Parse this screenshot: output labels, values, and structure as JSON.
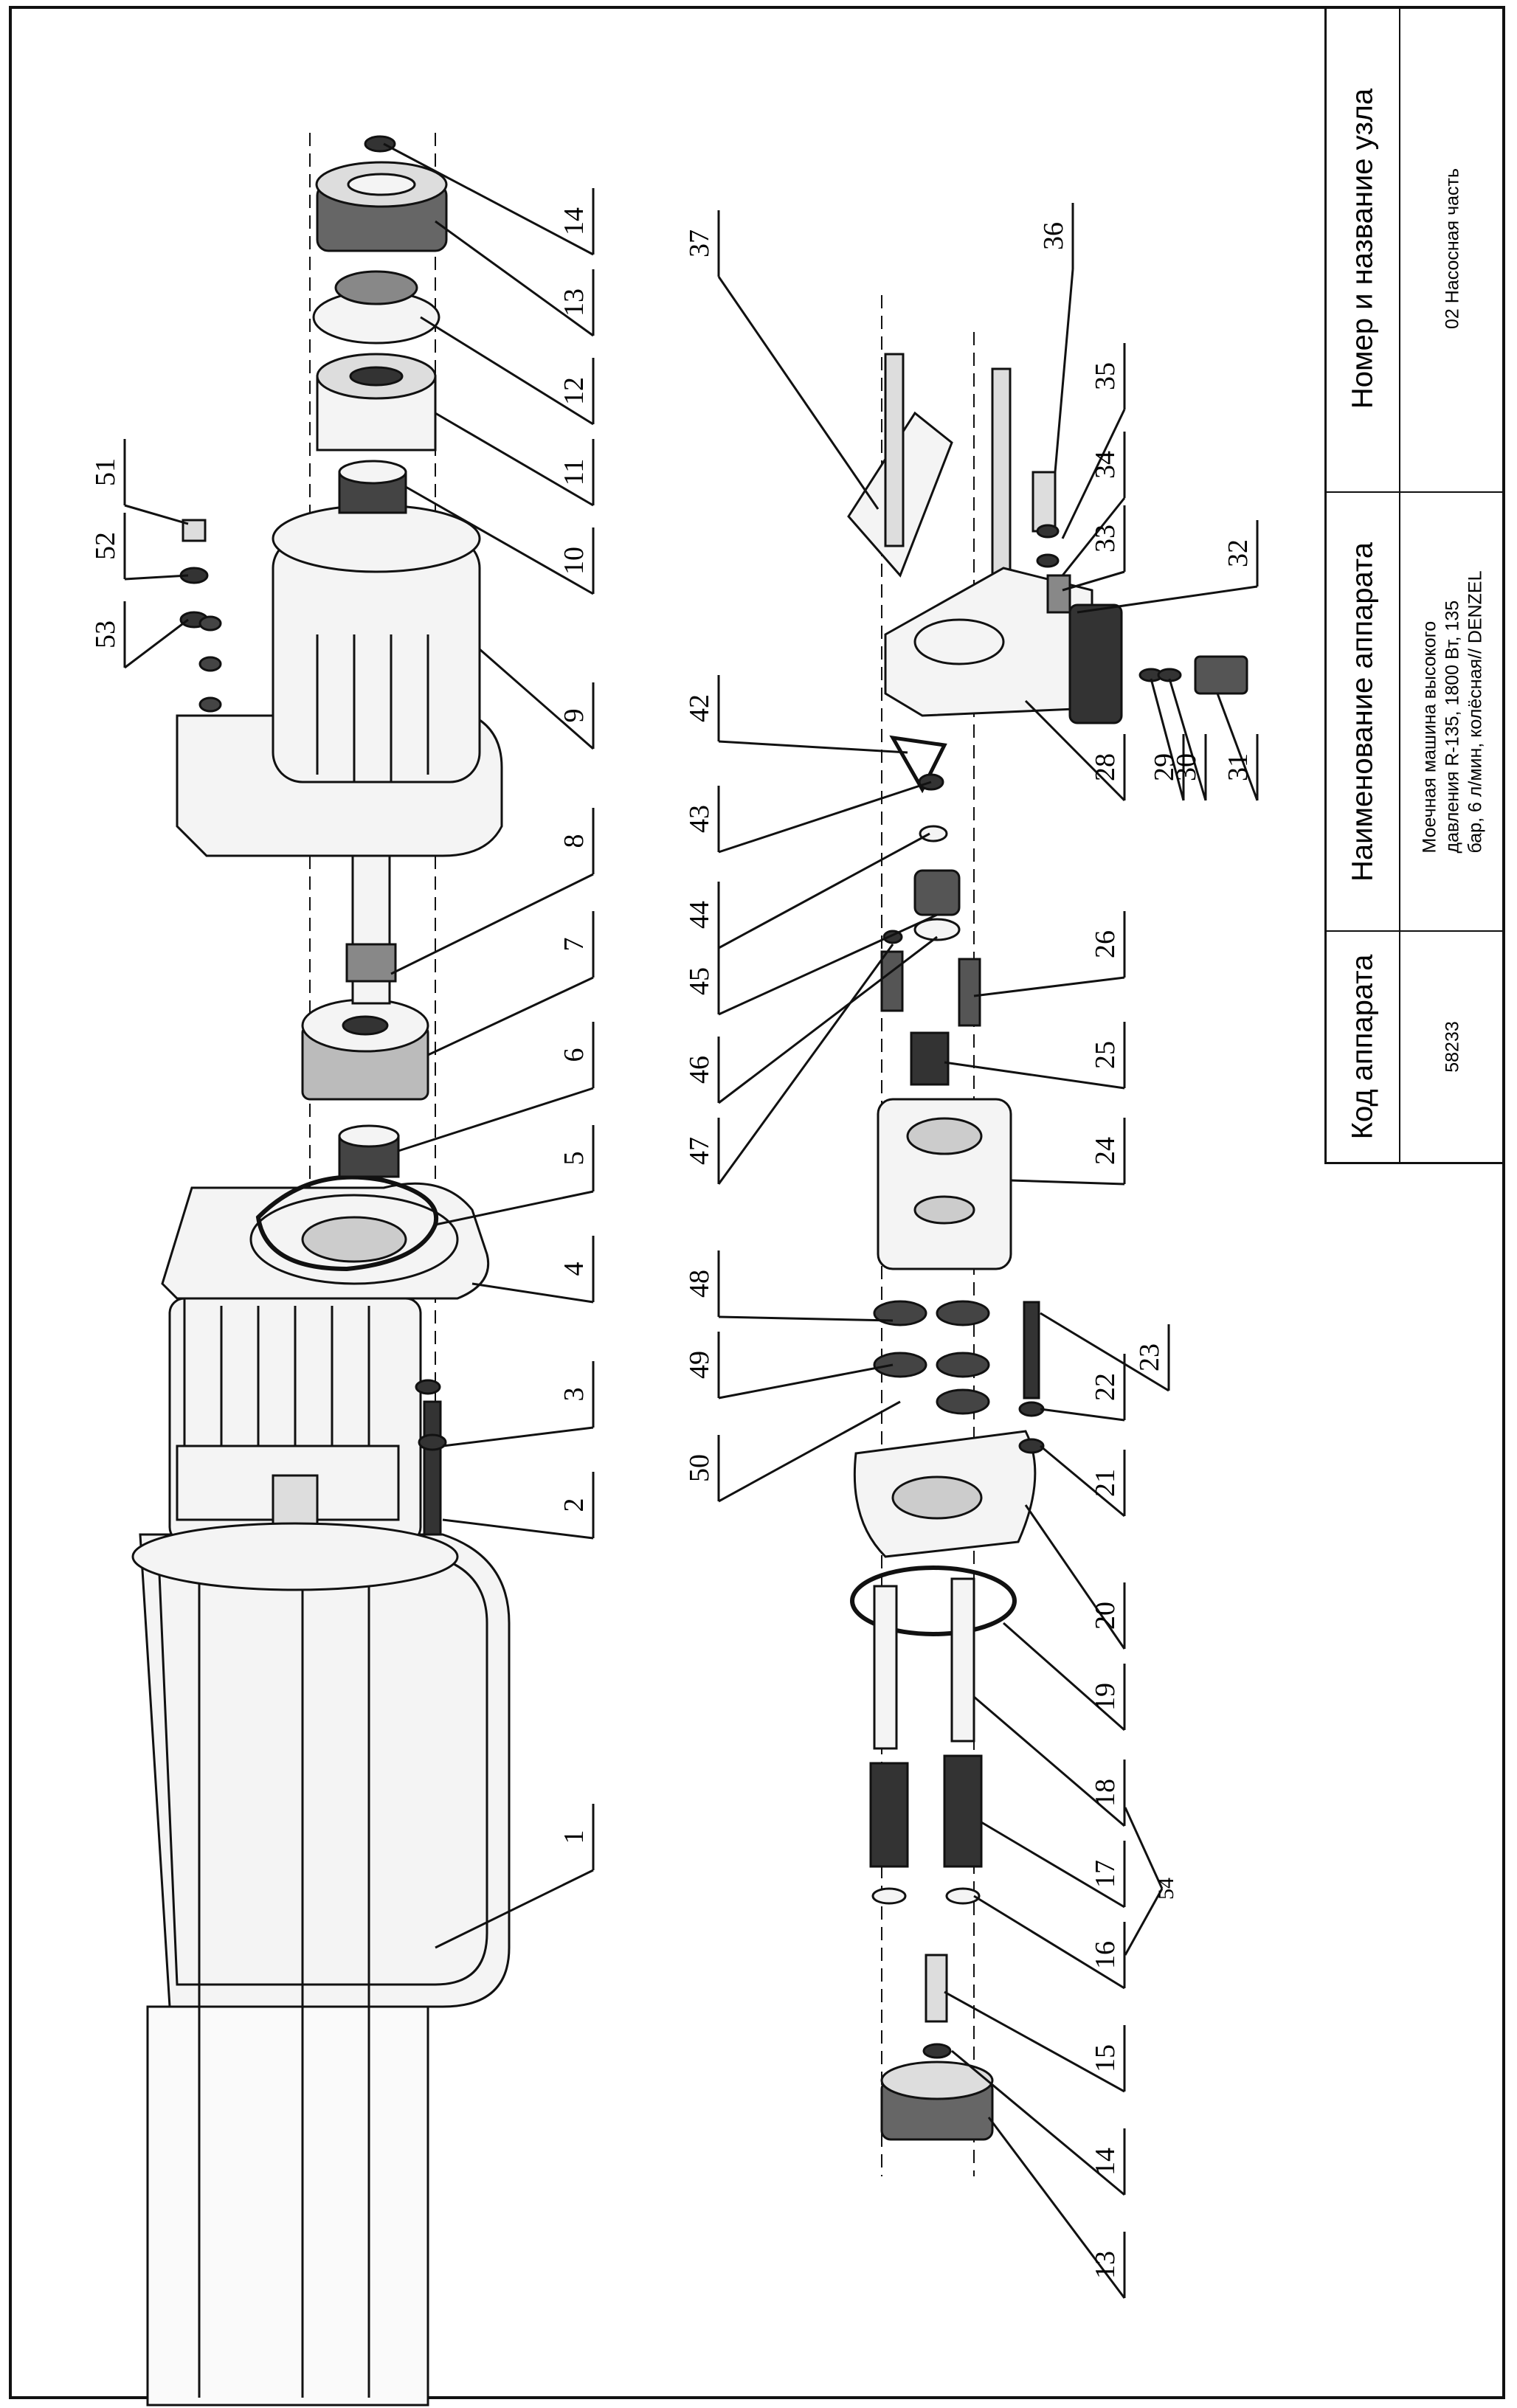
{
  "title_block": {
    "headers": {
      "code": "Код аппарата",
      "name": "Наименование аппарата",
      "unit": "Номер и название узла"
    },
    "values": {
      "code": "58233",
      "name": "Моечная машина высокого\nдавления R-135, 1800 Вт, 135\nбар, 6 л/мин, колёсная// DENZEL",
      "unit": "02 Насосная часть"
    }
  },
  "callouts_upper": [
    "1",
    "2",
    "3",
    "4",
    "5",
    "6",
    "7",
    "8",
    "9",
    "10",
    "11",
    "12",
    "13",
    "14",
    "51",
    "52",
    "53"
  ],
  "callouts_lower": [
    "13",
    "14",
    "15",
    "16",
    "17",
    "18",
    "19",
    "20",
    "21",
    "22",
    "23",
    "24",
    "25",
    "26",
    "28",
    "29",
    "30",
    "31",
    "32",
    "33",
    "34",
    "35",
    "36",
    "37",
    "42",
    "43",
    "44",
    "45",
    "46",
    "47",
    "48",
    "49",
    "50"
  ],
  "group_label": "54",
  "colors": {
    "line": "#111111",
    "part_fill": "#f4f4f4",
    "part_dark": "#2a2a2a"
  }
}
